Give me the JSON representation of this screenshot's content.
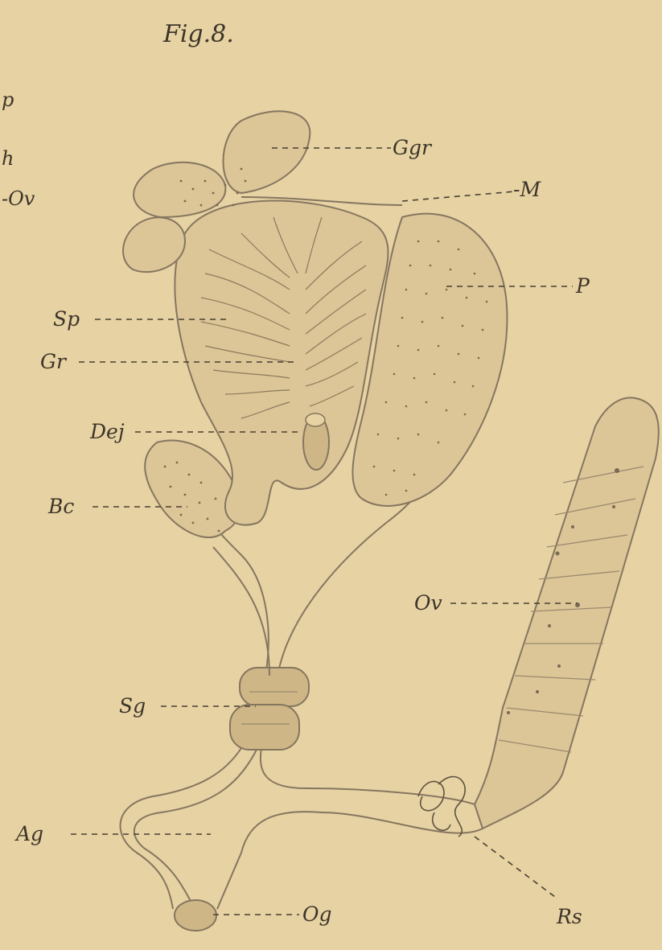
{
  "figure": {
    "title": "Fig.8."
  },
  "edge_fragments": [
    "p",
    "h",
    "-Ov"
  ],
  "labels": {
    "Ggr": "Ggr",
    "M": "-M",
    "P": "P",
    "Sp": "Sp",
    "Gr": "Gr",
    "Dej": "Dej",
    "Bc": "Bc",
    "Ov": "Ov",
    "Sg": "Sg",
    "Ag": "Ag",
    "Og": "Og",
    "Rs": "Rs"
  },
  "colors": {
    "paper": "#e6d2a2",
    "organ_fill": "#dcc596",
    "organ_fill_dark": "#cfb686",
    "ink": "#3d352a"
  }
}
